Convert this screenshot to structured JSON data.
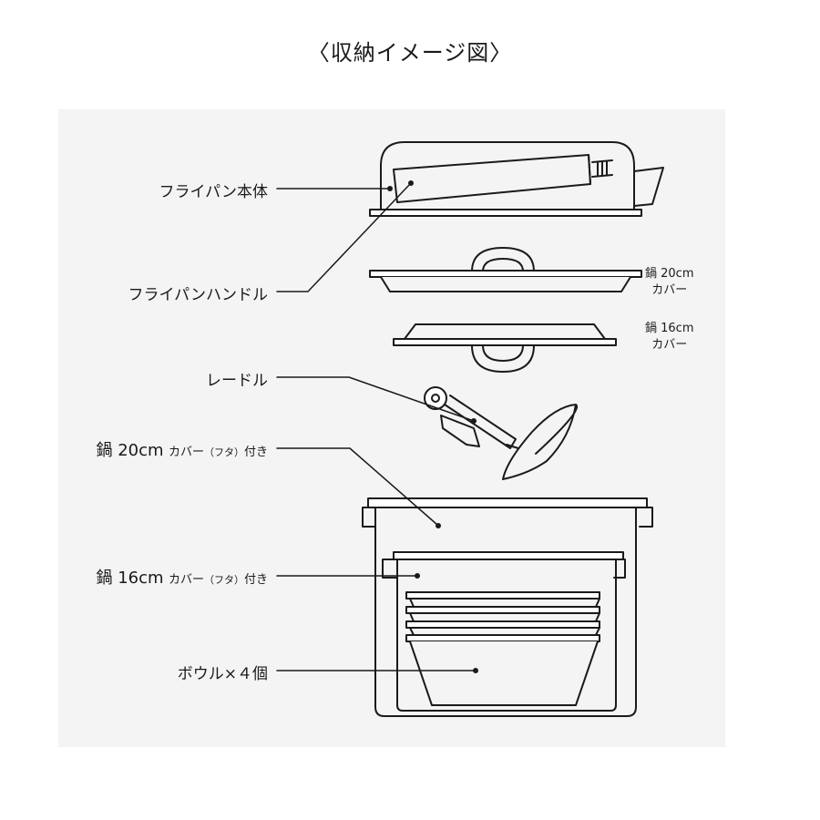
{
  "title": "〈収納イメージ図〉",
  "labels": {
    "frypan_body": "フライパン本体",
    "frypan_handle": "フライパンハンドル",
    "ladle": "レードル",
    "pot20": {
      "main": "鍋 20cm",
      "cover": "カバー",
      "lid": "（フタ）",
      "suffix": "付き"
    },
    "pot16": {
      "main": "鍋 16cm",
      "cover": "カバー",
      "lid": "（フタ）",
      "suffix": "付き"
    },
    "bowls": "ボウル×４個"
  },
  "side_labels": {
    "cover20": {
      "line1": "鍋 20cm",
      "line2": "カバー"
    },
    "cover16": {
      "line1": "鍋 16cm",
      "line2": "カバー"
    }
  }
}
